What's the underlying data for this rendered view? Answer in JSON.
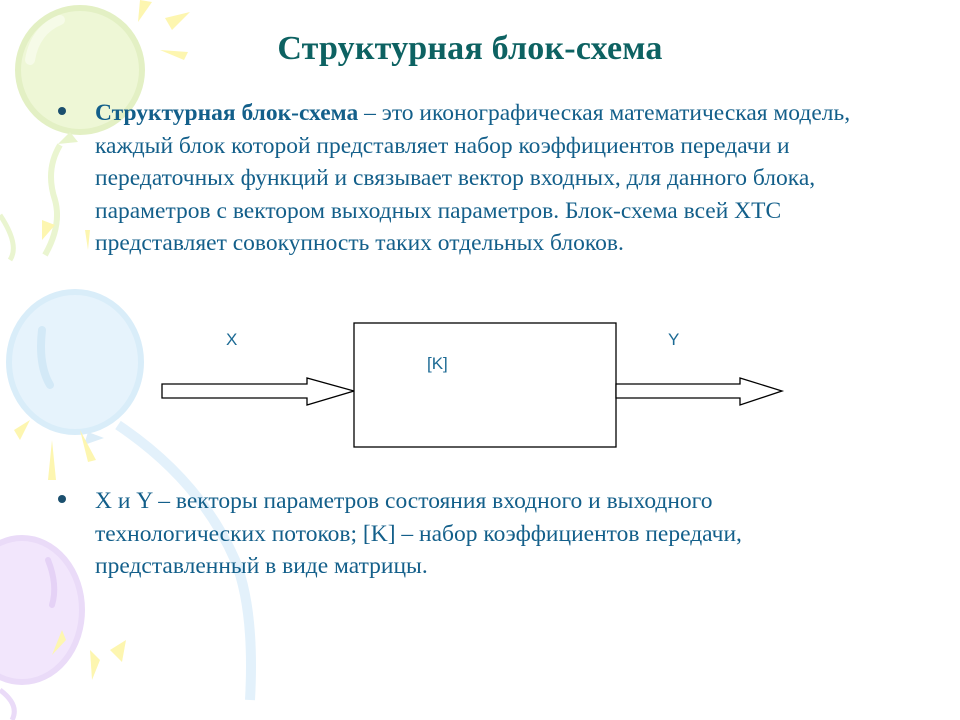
{
  "slide": {
    "title": "Структурная блок-схема",
    "bullets": [
      {
        "term": "Структурная блок-схема",
        "text": " – это иконографическая математическая модель, каждый блок которой представляет  набор коэффициентов передачи и передаточных функций и связывает вектор входных, для данного блока, параметров с вектором выходных параметров. Блок-схема всей ХТС представляет совокупность таких отдельных блоков."
      },
      {
        "term": "",
        "text": "X и Y – векторы параметров состояния входного и выходного технологических потоков;  [K] – набор коэффициентов передачи, представленный в  виде матрицы."
      }
    ],
    "diagram": {
      "input_label": "X",
      "block_label": "[K]",
      "output_label": "Y"
    }
  },
  "colors": {
    "title": "#0d6262",
    "body_text": "#135f8a",
    "diagram_label": "#1c6a94",
    "diagram_stroke": "#000000",
    "balloon_green": "#eef7d6",
    "balloon_blue": "#e3f1fb",
    "balloon_purple": "#f0e4fb",
    "ray_yellow": "#fdf6b0"
  }
}
